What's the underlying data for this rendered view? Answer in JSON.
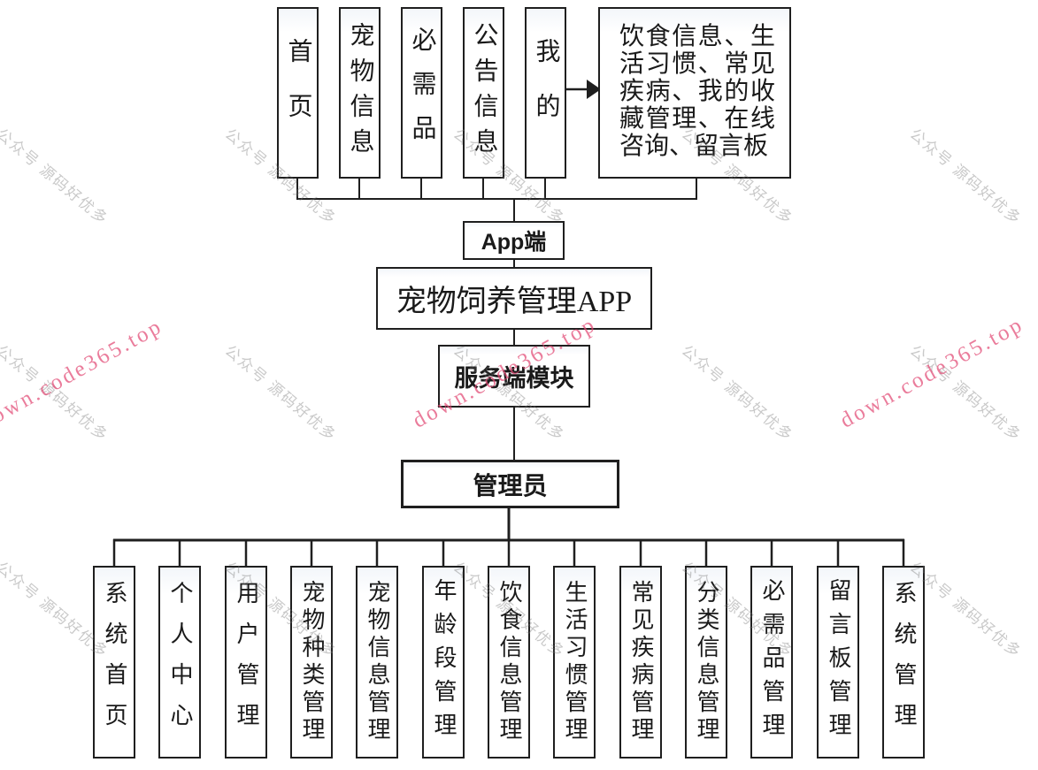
{
  "app_side": {
    "terminal_label": "App端",
    "modules": [
      "首页",
      "宠物信息",
      "必需品",
      "公告信息",
      "我的"
    ],
    "my_detail": "饮食信息、生活习惯、常见疾病、我的收藏管理、在线咨询、留言板"
  },
  "root": {
    "title": "宠物饲养管理APP"
  },
  "server_side": {
    "label": "服务端模块",
    "role": "管理员",
    "modules": [
      "系统首页",
      "个人中心",
      "用户管理",
      "宠物种类管理",
      "宠物信息管理",
      "年龄段管理",
      "饮食信息管理",
      "生活习惯管理",
      "常见疾病管理",
      "分类信息管理",
      "必需品管理",
      "留言板管理",
      "系统管理"
    ]
  },
  "watermark": {
    "gray_text": "公众号 源码好优多",
    "red_text": "down.code365.top"
  },
  "colors": {
    "line": "#1f1f1f",
    "watermark_gray": "#787878",
    "watermark_red": "#e24a74"
  }
}
